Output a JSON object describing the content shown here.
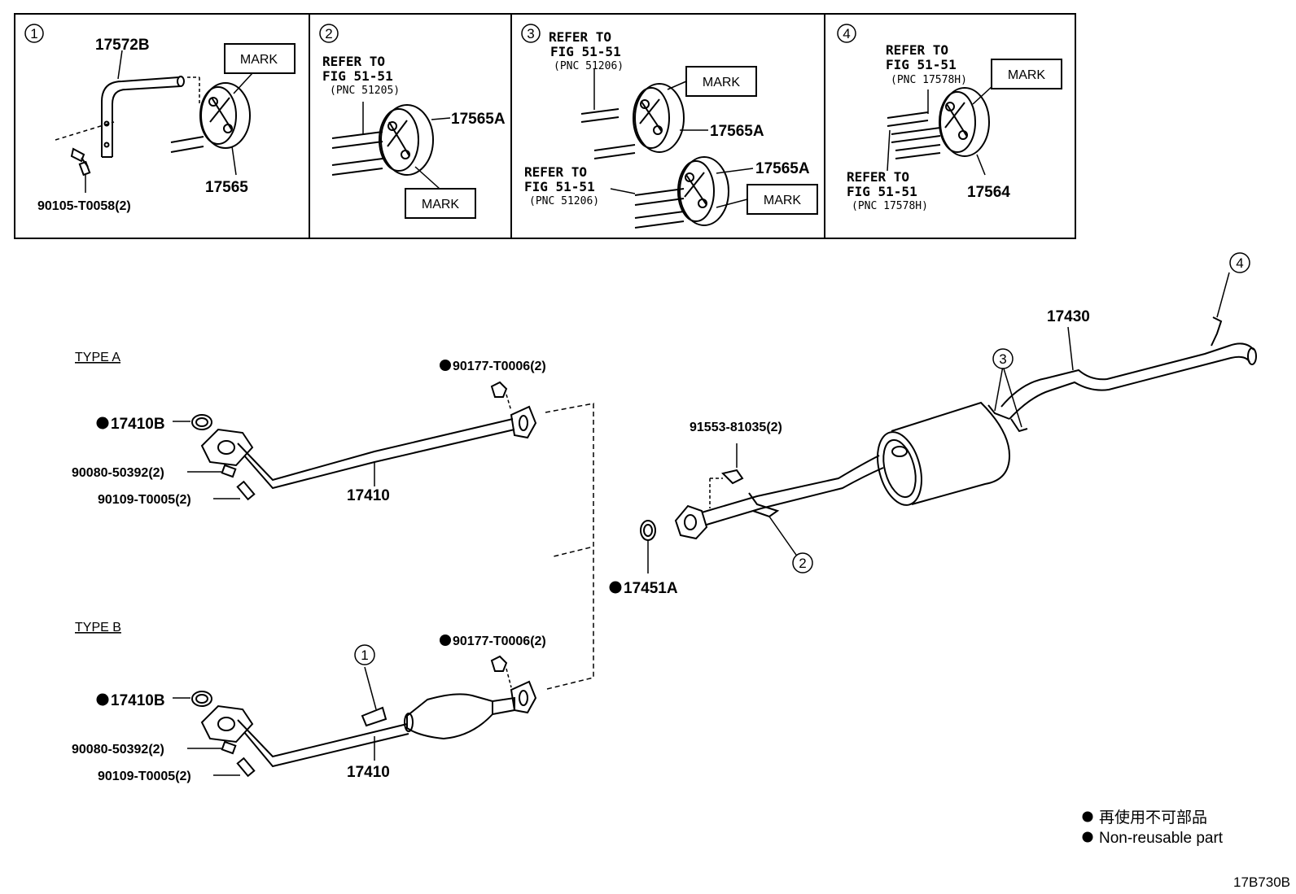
{
  "panels": [
    {
      "num": "1"
    },
    {
      "num": "2",
      "refer": [
        "REFER TO",
        "FIG 51-51",
        "(PNC 51205)"
      ]
    },
    {
      "num": "3",
      "refer_a": [
        "REFER TO",
        "FIG 51-51",
        "(PNC 51206)"
      ],
      "refer_b": [
        "REFER TO",
        "FIG 51-51",
        "(PNC 51206)"
      ]
    },
    {
      "num": "4",
      "refer_a": [
        "REFER TO",
        "FIG 51-51",
        "(PNC 17578H)"
      ],
      "refer_b": [
        "REFER TO",
        "FIG 51-51",
        "(PNC 17578H)"
      ]
    }
  ],
  "mark_label": "MARK",
  "parts": {
    "p17572B": "17572B",
    "p17565": "17565",
    "p90105": "90105-T0058(2)",
    "p17565A": "17565A",
    "p17564": "17564",
    "p17430": "17430",
    "p90177": "90177-T0006(2)",
    "p17410B": "17410B",
    "p90080": "90080-50392(2)",
    "p90109": "90109-T0005(2)",
    "p17410": "17410",
    "p91553": "91553-81035(2)",
    "p17451A": "17451A"
  },
  "types": {
    "a": "TYPE A",
    "b": "TYPE B"
  },
  "callouts": {
    "c1": "1",
    "c2": "2",
    "c3": "3",
    "c4": "4"
  },
  "legend": {
    "jp": "再使用不可部品",
    "en": "Non-reusable part"
  },
  "diagram_code": "17B730B"
}
